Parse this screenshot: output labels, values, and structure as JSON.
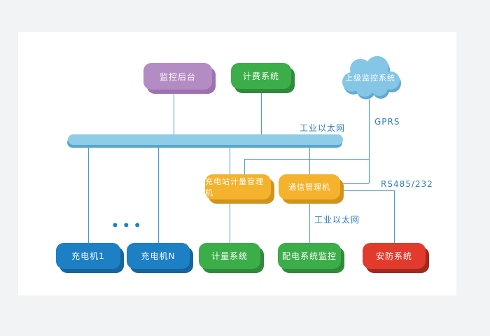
{
  "nodes": {
    "monitoring_backend": {
      "label": "监控后台",
      "color": "#b48cc4",
      "shadow_color": "#9c70b1"
    },
    "billing_system": {
      "label": "计费系统",
      "color": "#3cae49",
      "shadow_color": "#2f8b3a"
    },
    "upper_monitoring_system": {
      "label": "上级监控系统",
      "color": "#85c6e6",
      "shadow_color": "#63a9cf"
    },
    "industrial_ethernet_bus": {
      "color": "#8fcce8",
      "shadow_color": "#57a6cd"
    },
    "charging_station_metering_manager": {
      "label": "充电站计量管理机",
      "color": "#f4b22d",
      "shadow_color": "#d0941c"
    },
    "communication_manager": {
      "label": "通信管理机",
      "color": "#f4b22d",
      "shadow_color": "#d0941c"
    },
    "charger_1": {
      "label": "充电机1",
      "color": "#1d80c5",
      "shadow_color": "#15669e"
    },
    "charger_n": {
      "label": "充电机N",
      "color": "#1d80c5",
      "shadow_color": "#15669e"
    },
    "metering_system": {
      "label": "计量系统",
      "color": "#3cae49",
      "shadow_color": "#2f8b3a"
    },
    "distribution_system_monitoring": {
      "label": "配电系统监控",
      "color": "#3cae49",
      "shadow_color": "#2f8b3a"
    },
    "security_system": {
      "label": "安防系统",
      "color": "#e23b2e",
      "shadow_color": "#a3281e"
    }
  },
  "link_labels": {
    "ethernet_top": "工业以太网",
    "gprs": "GPRS",
    "rs485_232": "RS485/232",
    "ethernet_middle": "工业以太网",
    "ellipsis": "•••"
  },
  "colors": {
    "background": "#f2f3f5",
    "panel": "#ffffff",
    "line": "#4a9ad5",
    "label_text": "#2e7fc2"
  }
}
